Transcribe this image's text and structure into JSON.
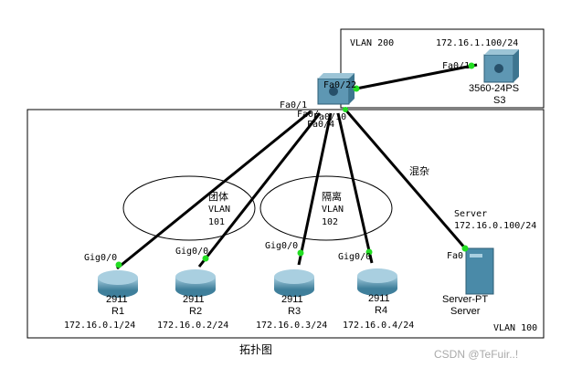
{
  "zones": {
    "vlan200": {
      "label": "VLAN 200",
      "ip": "172.16.1.100/24"
    },
    "vlan100": {
      "label": "VLAN 100"
    }
  },
  "switch_main": {
    "ports": {
      "fa0_22": "Fa0/22",
      "fa0_1x": "Fa0/1",
      "fa0_x": "Fa0/",
      "fa0_10": "Fa0/10",
      "fa0_4": "Fa0/4"
    }
  },
  "switch_s3": {
    "model": "3560-24PS",
    "name": "S3",
    "port": "Fa0/1"
  },
  "groups": [
    {
      "title": "团体",
      "vlan": "VLAN",
      "id": "101"
    },
    {
      "title": "隔离",
      "vlan": "VLAN",
      "id": "102"
    }
  ],
  "promiscuous_label": "混杂",
  "routers": [
    {
      "model": "2911",
      "name": "R1",
      "port": "Gig0/0",
      "ip": "172.16.0.1/24"
    },
    {
      "model": "2911",
      "name": "R2",
      "port": "Gig0/0",
      "ip": "172.16.0.2/24"
    },
    {
      "model": "2911",
      "name": "R3",
      "port": "Gig0/0",
      "ip": "172.16.0.3/24"
    },
    {
      "model": "2911",
      "name": "R4",
      "port": "Gig0/0",
      "ip": "172.16.0.4/24"
    }
  ],
  "server": {
    "label": "Server",
    "ip": "172.16.0.100/24",
    "port": "Fa0",
    "model": "Server-PT",
    "name": "Server"
  },
  "caption": "拓扑图",
  "watermark": "CSDN @TeFuir..!",
  "colors": {
    "link_up": "#22dd22",
    "device": "#4a8aa8"
  }
}
